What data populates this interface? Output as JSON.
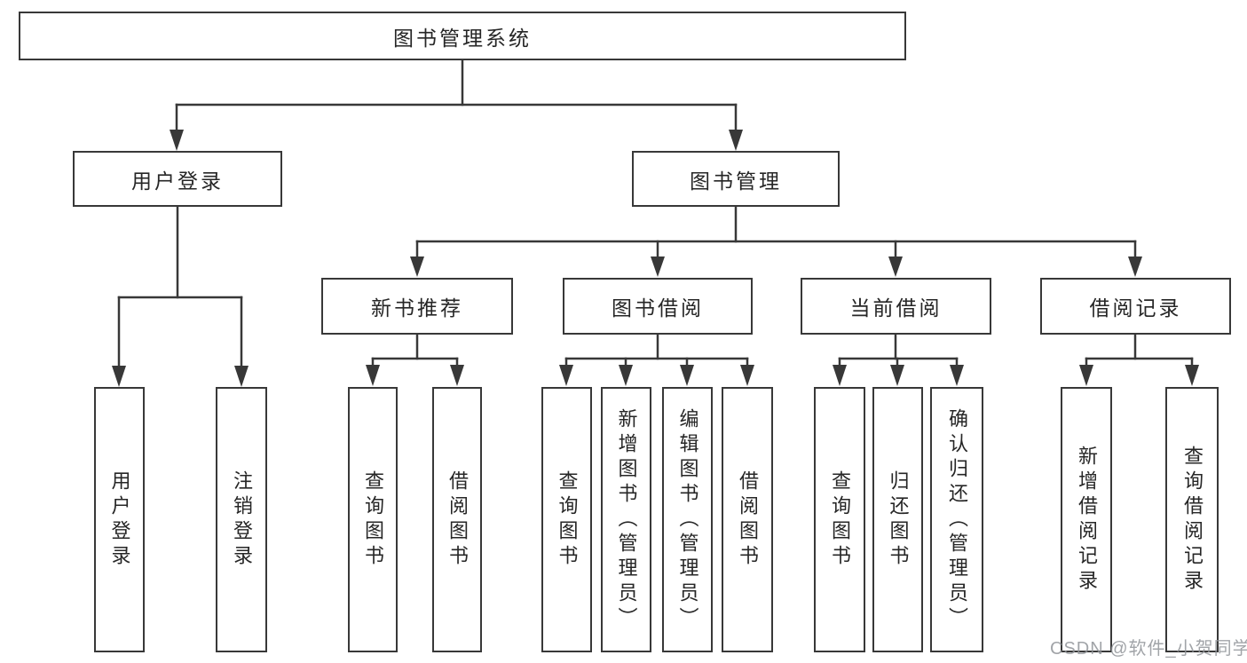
{
  "colors": {
    "line": "#383838",
    "text": "#262626",
    "watermark": "#919499",
    "background": "#ffffff"
  },
  "diagram": {
    "root": {
      "label": "图书管理系统"
    },
    "user_login": {
      "label": "用户登录",
      "children": [
        {
          "label": "用户登录"
        },
        {
          "label": "注销登录"
        }
      ]
    },
    "book_management": {
      "label": "图书管理",
      "sections": [
        {
          "label": "新书推荐",
          "children": [
            {
              "label": "查询图书"
            },
            {
              "label": "借阅图书"
            }
          ]
        },
        {
          "label": "图书借阅",
          "children": [
            {
              "label": "查询图书"
            },
            {
              "label": "新增图书（管理员）"
            },
            {
              "label": "编辑图书（管理员）"
            },
            {
              "label": "借阅图书"
            }
          ]
        },
        {
          "label": "当前借阅",
          "children": [
            {
              "label": "查询图书"
            },
            {
              "label": "归还图书"
            },
            {
              "label": "确认归还（管理员）"
            }
          ]
        },
        {
          "label": "借阅记录",
          "children": [
            {
              "label": "新增借阅记录"
            },
            {
              "label": "查询借阅记录"
            }
          ]
        }
      ]
    },
    "watermark": "CSDN @软件_小贺同学"
  }
}
